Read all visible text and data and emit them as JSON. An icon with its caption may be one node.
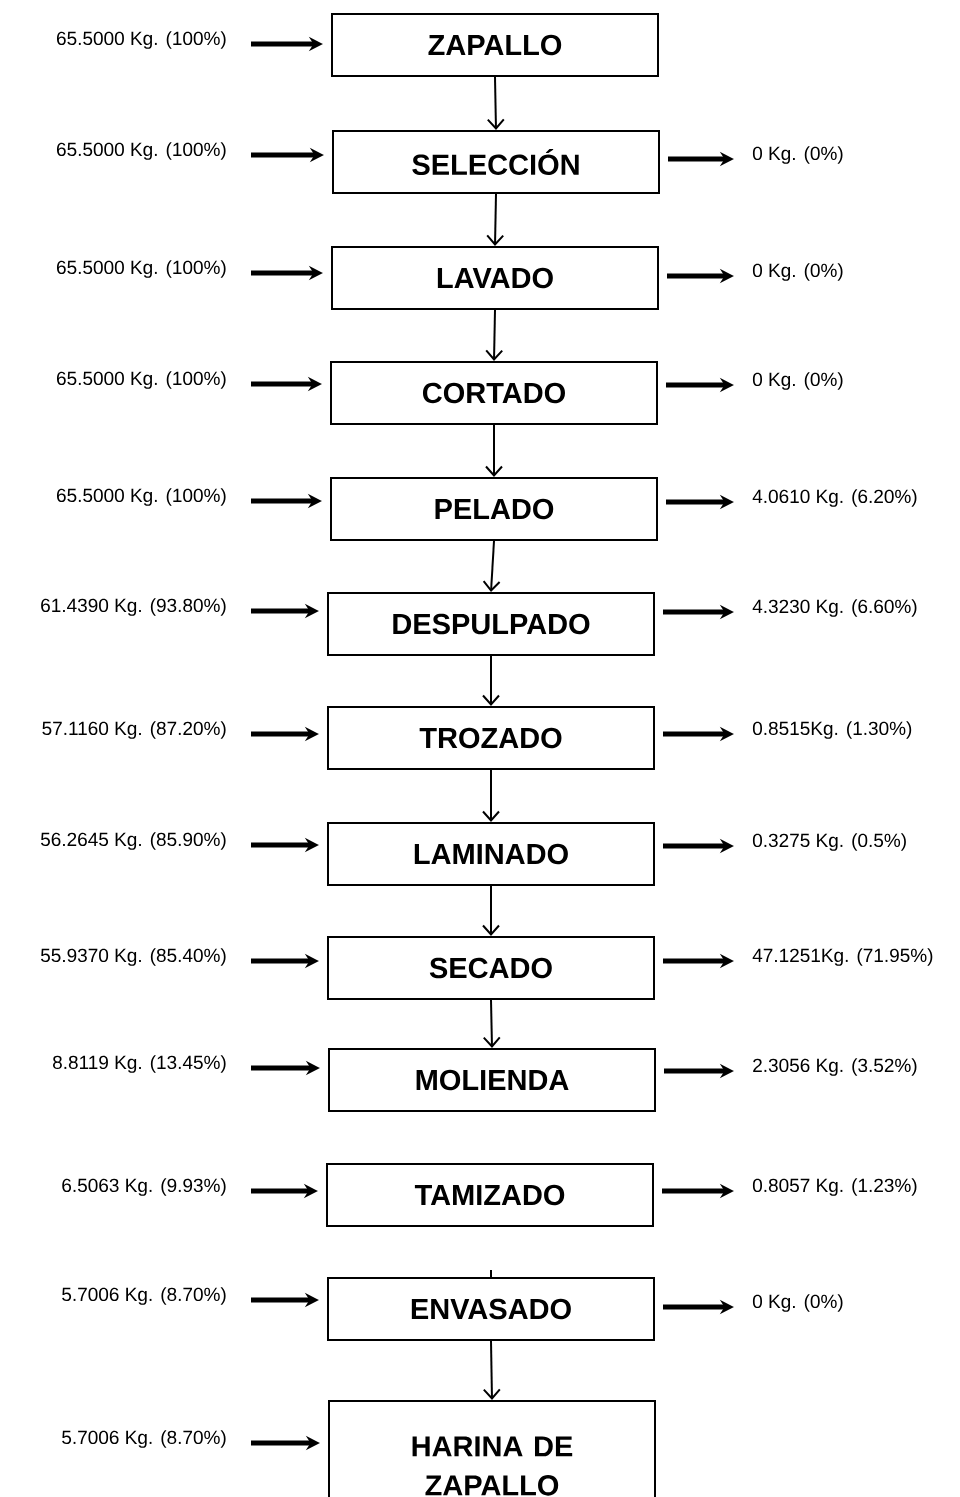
{
  "diagram": {
    "nodes": [
      {
        "text": [
          "65.5000 Kg. (100%)"
        ]
      },
      {
        "text": [
          "ZAPALLO"
        ]
      },
      {
        "text": [
          "65.5000 Kg. (100%)"
        ]
      },
      {
        "text": [
          "SELECCIÓN"
        ]
      },
      {
        "text": [
          "0 Kg. (0%)"
        ]
      },
      {
        "text": [
          "65.5000 Kg. (100%)"
        ]
      },
      {
        "text": [
          "LAVADO"
        ]
      },
      {
        "text": [
          "0 Kg. (0%)"
        ]
      },
      {
        "text": [
          "65.5000 Kg. (100%)"
        ]
      },
      {
        "text": [
          "CORTADO"
        ]
      },
      {
        "text": [
          "0 Kg. (0%)"
        ]
      },
      {
        "text": [
          "65.5000 Kg. (100%)"
        ]
      },
      {
        "text": [
          "PELADO"
        ]
      },
      {
        "text": [
          "4.0610 Kg. (6.20%)"
        ]
      },
      {
        "text": [
          "61.4390 Kg. (93.80%)"
        ]
      },
      {
        "text": [
          "DESPULPADO"
        ]
      },
      {
        "text": [
          "4.3230 Kg. (6.60%)"
        ]
      },
      {
        "text": [
          "57.1160 Kg. (87.20%)"
        ]
      },
      {
        "text": [
          "TROZADO"
        ]
      },
      {
        "text": [
          "0.8515Kg. (1.30%)"
        ]
      },
      {
        "text": [
          "56.2645 Kg. (85.90%)"
        ]
      },
      {
        "text": [
          "LAMINADO"
        ]
      },
      {
        "text": [
          "0.3275 Kg. (0.5%)"
        ]
      },
      {
        "text": [
          "55.9370 Kg. (85.40%)"
        ]
      },
      {
        "text": [
          "SECADO"
        ]
      },
      {
        "text": [
          "47.1251Kg. (71.95%)"
        ]
      },
      {
        "text": [
          "8.8119 Kg. (13.45%)"
        ]
      },
      {
        "text": [
          "MOLIENDA"
        ]
      },
      {
        "text": [
          "2.3056 Kg. (3.52%)"
        ]
      },
      {
        "text": [
          "6.5063 Kg. (9.93%)"
        ]
      },
      {
        "text": [
          "TAMIZADO"
        ]
      },
      {
        "text": [
          "0.8057 Kg. (1.23%)"
        ]
      },
      {
        "text": [
          "5.7006 Kg. (8.70%)"
        ]
      },
      {
        "text": [
          "ENVASADO"
        ]
      },
      {
        "text": [
          "0 Kg. (0%)"
        ]
      },
      {
        "text": [
          "5.7006 Kg. (8.70%)"
        ]
      },
      {
        "text": [
          "HARINA DE ZAPALLO"
        ]
      }
    ],
    "edges": [
      {
        "from": 0,
        "to": 1,
        "arrow": "to"
      },
      {
        "from": 1,
        "to": 3,
        "arrow": "to"
      },
      {
        "from": 2,
        "to": 3,
        "arrow": "to"
      },
      {
        "from": 3,
        "to": 4,
        "arrow": "to"
      },
      {
        "from": 3,
        "to": 6,
        "arrow": "to"
      },
      {
        "from": 5,
        "to": 6,
        "arrow": "to"
      },
      {
        "from": 6,
        "to": 7,
        "arrow": "to"
      },
      {
        "from": 6,
        "to": 9,
        "arrow": "to"
      },
      {
        "from": 8,
        "to": 9,
        "arrow": "to"
      },
      {
        "from": 9,
        "to": 10,
        "arrow": "to"
      },
      {
        "from": 9,
        "to": 12,
        "arrow": "to"
      },
      {
        "from": 11,
        "to": 12,
        "arrow": "to"
      },
      {
        "from": 12,
        "to": 13,
        "arrow": "to"
      },
      {
        "from": 12,
        "to": 15,
        "arrow": "to"
      },
      {
        "from": 14,
        "to": 15,
        "arrow": "to"
      },
      {
        "from": 15,
        "to": 16,
        "arrow": "to"
      },
      {
        "from": 15,
        "to": 18,
        "arrow": "to"
      },
      {
        "from": 17,
        "to": 18,
        "arrow": "to"
      },
      {
        "from": 18,
        "to": 19,
        "arrow": "to"
      },
      {
        "from": 18,
        "to": 21,
        "arrow": "to"
      },
      {
        "from": 20,
        "to": 21,
        "arrow": "to"
      },
      {
        "from": 21,
        "to": 22,
        "arrow": "to"
      },
      {
        "from": 21,
        "to": 24,
        "arrow": "to"
      },
      {
        "from": 23,
        "to": 24,
        "arrow": "to"
      },
      {
        "from": 24,
        "to": 25,
        "arrow": "to"
      },
      {
        "from": 24,
        "to": 27,
        "arrow": "to"
      },
      {
        "from": 26,
        "to": 27,
        "arrow": "to"
      },
      {
        "from": 27,
        "to": 28,
        "arrow": "to"
      },
      {
        "from": 29,
        "to": 30,
        "arrow": "to"
      },
      {
        "from": 30,
        "to": 31,
        "arrow": "to"
      },
      {
        "from": 32,
        "to": 33,
        "arrow": "to"
      },
      {
        "from": 33,
        "to": 34,
        "arrow": "to"
      },
      {
        "from": 33,
        "to": 36,
        "arrow": "to"
      },
      {
        "from": 35,
        "to": 36,
        "arrow": "to"
      }
    ]
  }
}
